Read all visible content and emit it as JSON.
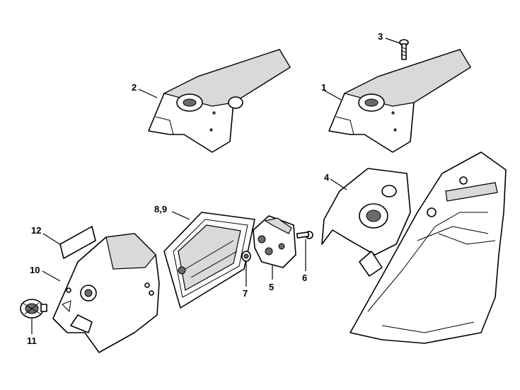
{
  "diagram": {
    "callouts": [
      {
        "id": "c1",
        "label": "1"
      },
      {
        "id": "c2",
        "label": "2"
      },
      {
        "id": "c3",
        "label": "3"
      },
      {
        "id": "c4",
        "label": "4"
      },
      {
        "id": "c5",
        "label": "5"
      },
      {
        "id": "c6",
        "label": "6"
      },
      {
        "id": "c7",
        "label": "7"
      },
      {
        "id": "c89",
        "label": "8,9"
      },
      {
        "id": "c10",
        "label": "10"
      },
      {
        "id": "c11",
        "label": "11"
      },
      {
        "id": "c12",
        "label": "12"
      }
    ],
    "colors": {
      "line": "#000000",
      "fill": "#ffffff",
      "shade": "#d9d9d9",
      "dark": "#6b6b6b"
    }
  }
}
